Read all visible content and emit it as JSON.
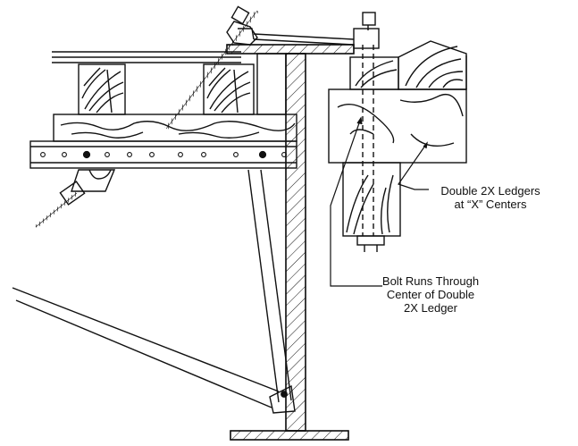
{
  "annotations": {
    "ledgers": {
      "line1": "Double 2X Ledgers",
      "line2": "at “X” Centers"
    },
    "bolt": {
      "line1": "Bolt Runs Through",
      "line2": "Center of Double",
      "line3": "2X Ledger"
    }
  }
}
